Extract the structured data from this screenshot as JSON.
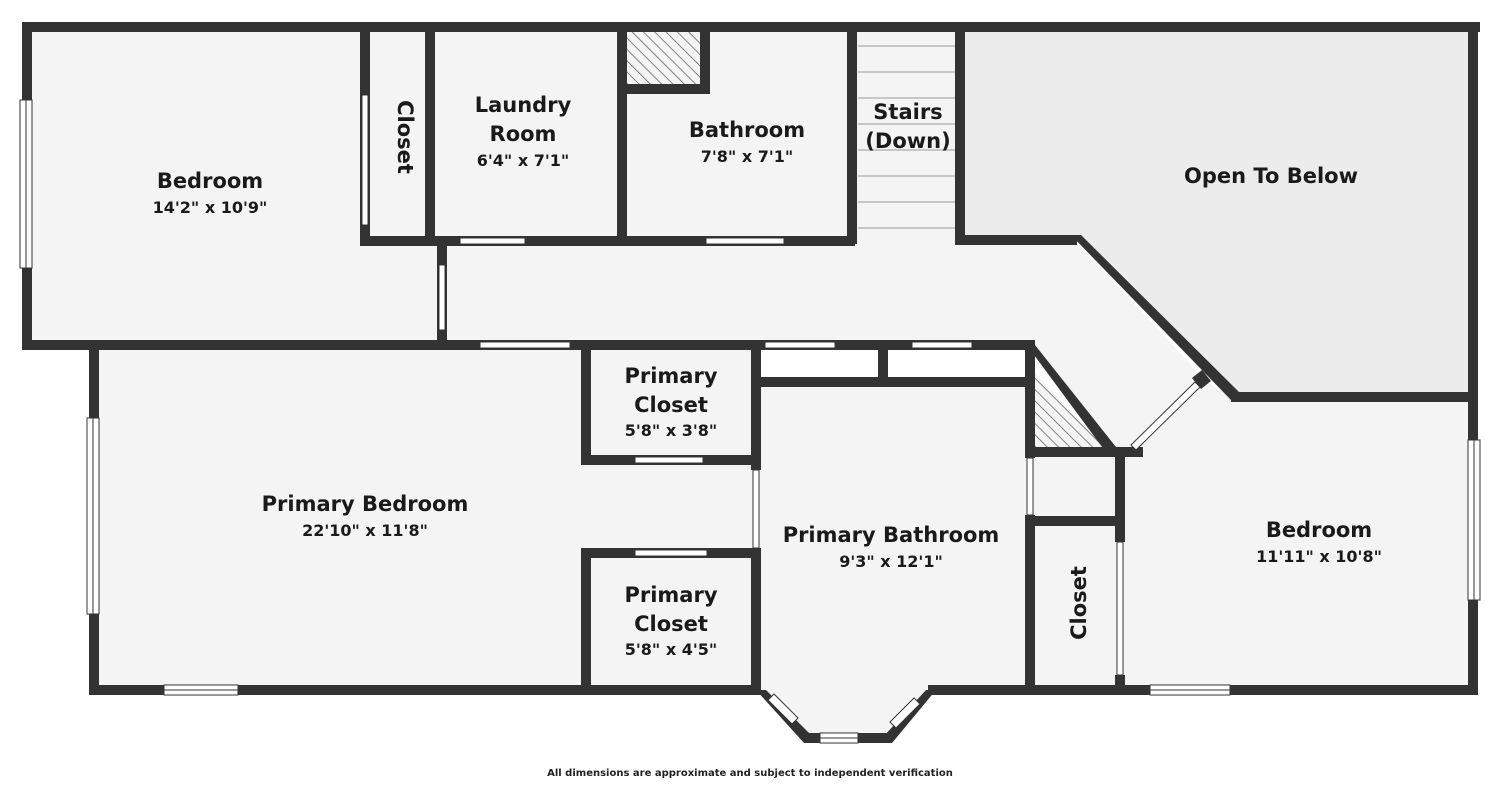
{
  "rooms": {
    "bedroom_nw": {
      "label": "Bedroom",
      "dim": "14'2\" x 10'9\""
    },
    "closet_n": {
      "label": "Closet"
    },
    "laundry": {
      "label_line1": "Laundry",
      "label_line2": "Room",
      "dim": "6'4\" x 7'1\""
    },
    "bathroom": {
      "label": "Bathroom",
      "dim": "7'8\" x 7'1\""
    },
    "stairs": {
      "label_line1": "Stairs",
      "label_line2": "(Down)"
    },
    "open_to_below": {
      "label": "Open To Below"
    },
    "primary_bedroom": {
      "label": "Primary Bedroom",
      "dim": "22'10\" x 11'8\""
    },
    "primary_closet_1": {
      "label_line1": "Primary",
      "label_line2": "Closet",
      "dim": "5'8\" x 3'8\""
    },
    "primary_closet_2": {
      "label_line1": "Primary",
      "label_line2": "Closet",
      "dim": "5'8\" x 4'5\""
    },
    "primary_bathroom": {
      "label": "Primary Bathroom",
      "dim": "9'3\" x 12'1\""
    },
    "closet_s": {
      "label": "Closet"
    },
    "bedroom_se": {
      "label": "Bedroom",
      "dim": "11'11\" x 10'8\""
    }
  },
  "disclaimer": "All dimensions are approximate and subject to independent verification",
  "colors": {
    "wall": "#333333",
    "room": "#f4f4f4",
    "open_to_below": "#ececec"
  }
}
